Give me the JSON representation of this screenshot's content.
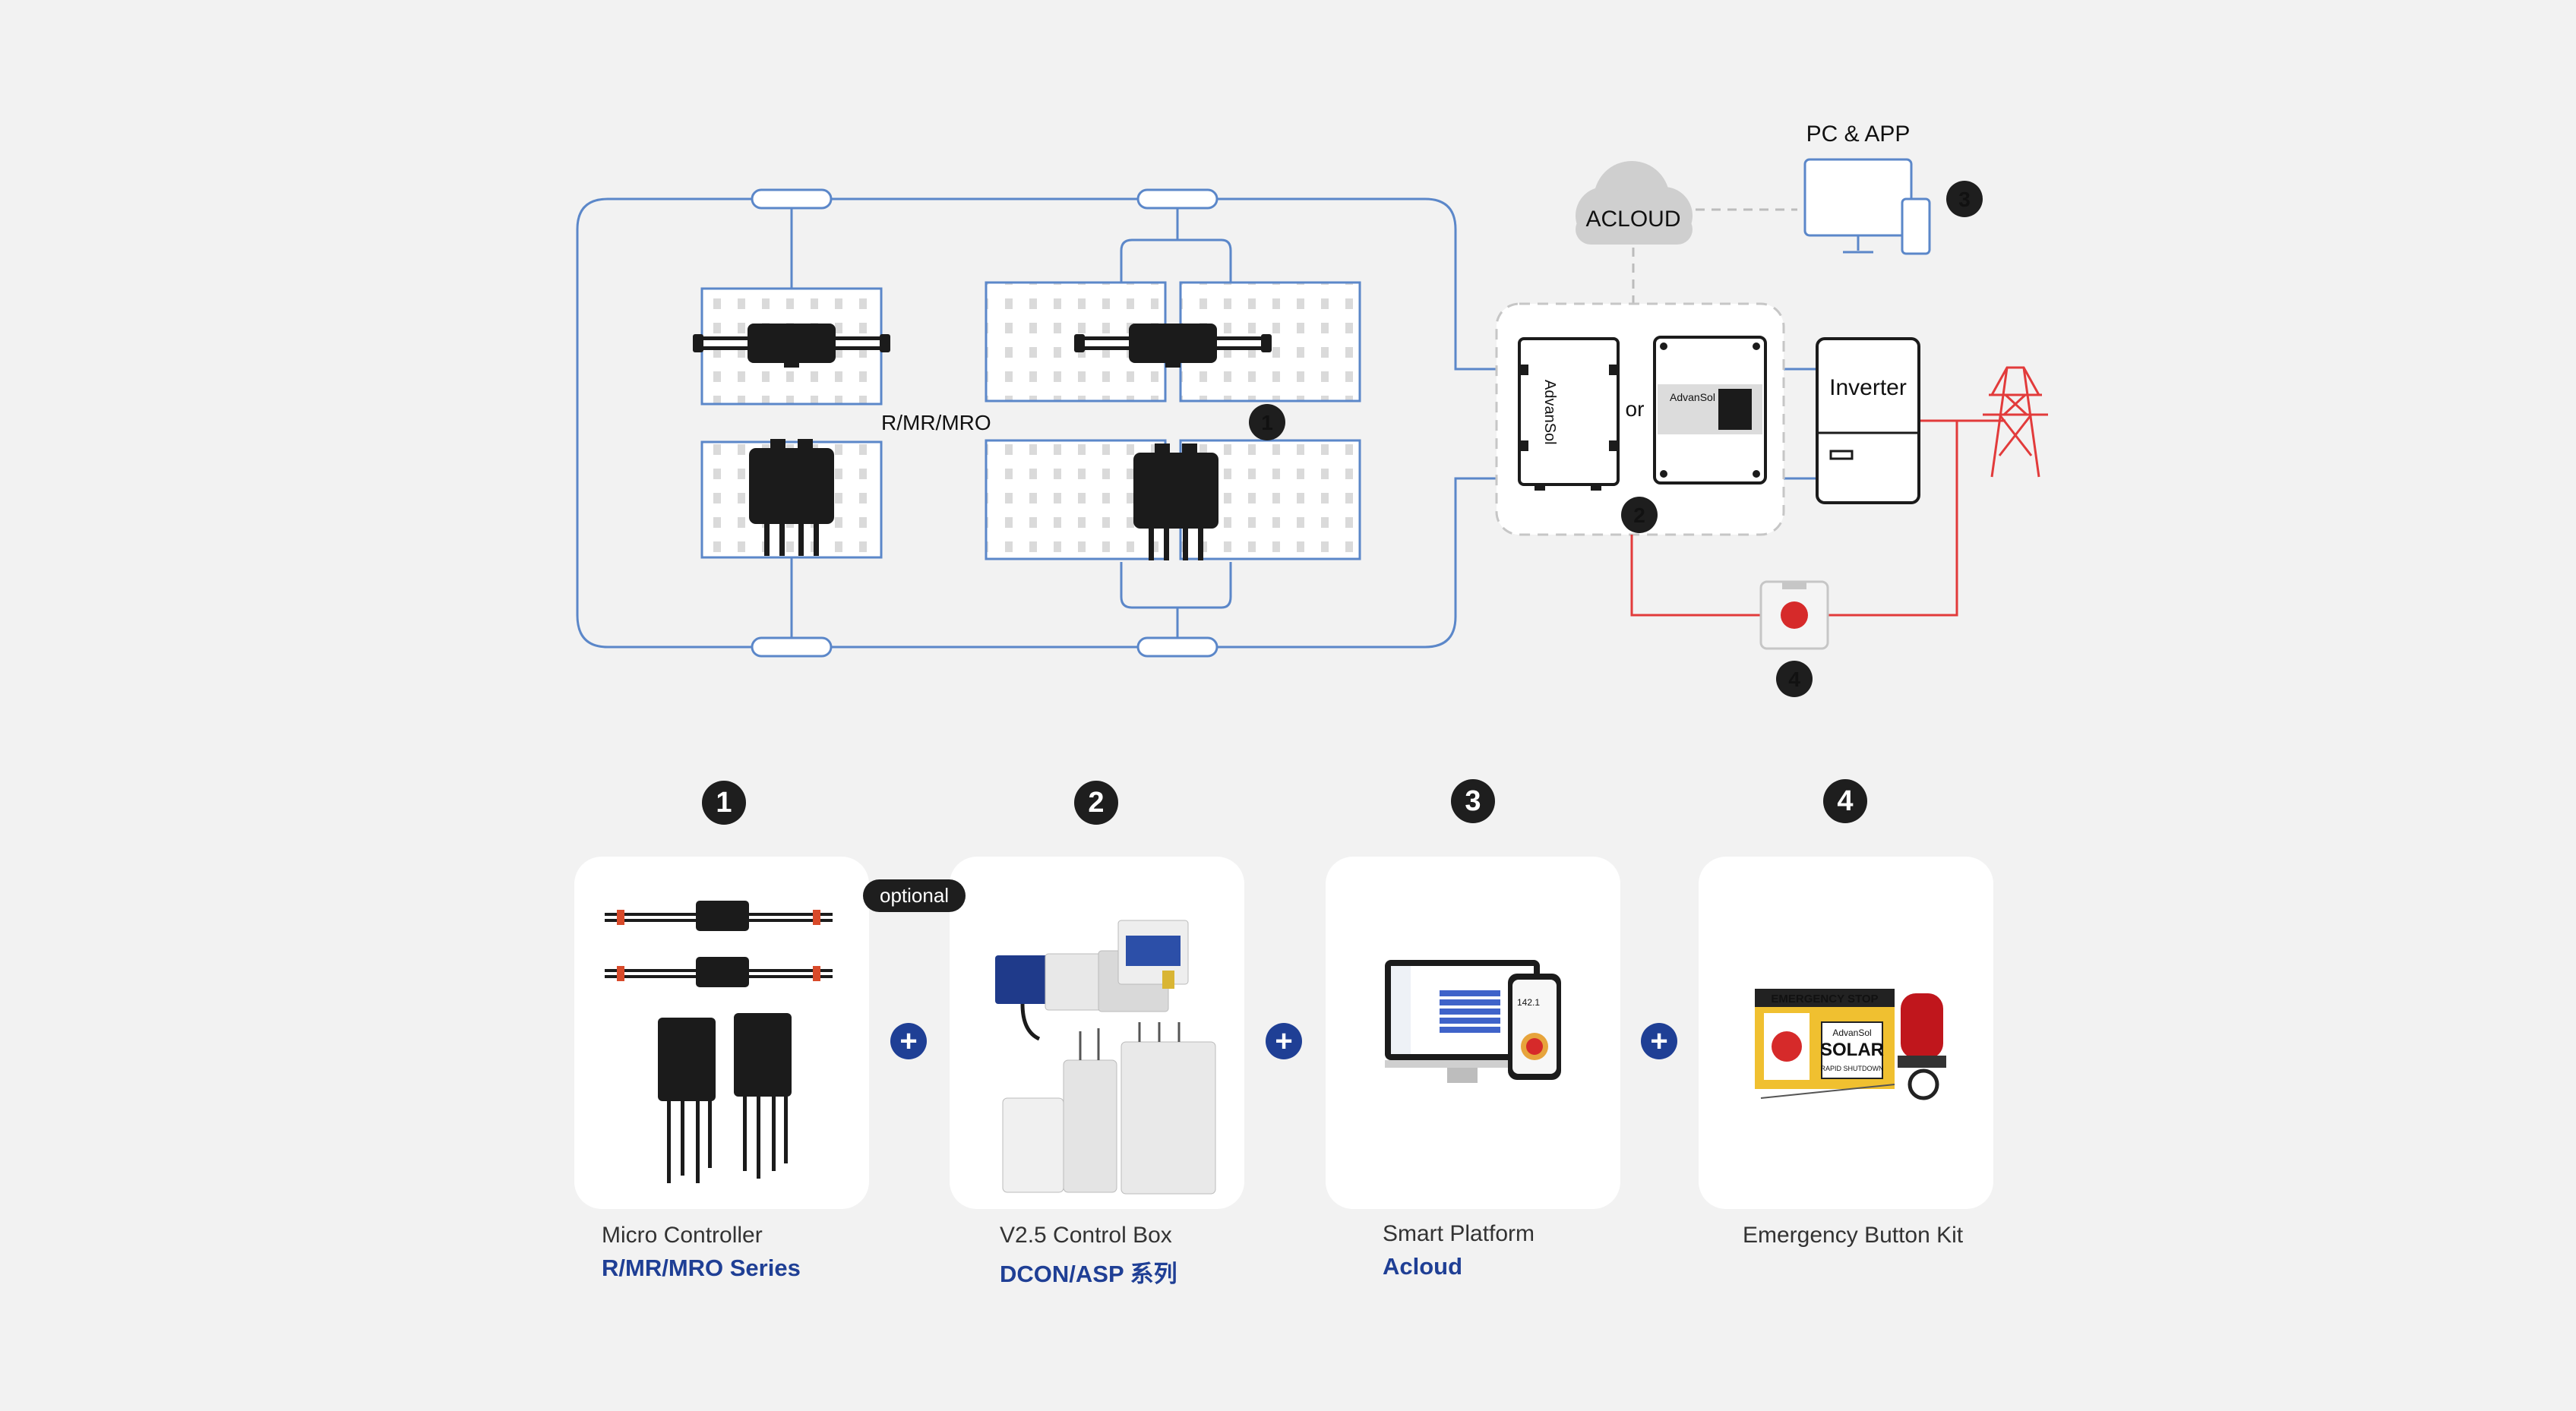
{
  "diagram": {
    "controller_label": "R/MR/MRO",
    "pc_app_label": "PC & APP",
    "cloud_label": "ACLOUD",
    "or_label": "or",
    "inverter_label": "Inverter",
    "markers": [
      "1",
      "2",
      "3",
      "4"
    ]
  },
  "components": [
    {
      "number": "1",
      "title": "Micro Controller",
      "subtitle": "R/MR/MRO Series"
    },
    {
      "number": "2",
      "title": "V2.5 Control Box",
      "subtitle": "DCON/ASP 系列"
    },
    {
      "number": "3",
      "title": "Smart Platform",
      "subtitle": "Acloud"
    },
    {
      "number": "4",
      "title": "Emergency Button Kit",
      "subtitle": ""
    }
  ],
  "optional_badge": "optional",
  "plus_symbol": "+",
  "product_text": {
    "emergency_sign": "EMERGENCY STOP",
    "brand": "AdvanSol",
    "solar": "SOLAR",
    "sign_small": "RAPID SHUTDOWN",
    "phone_reading": "142.1"
  },
  "colors": {
    "wire_blue": "#5b87c9",
    "wire_red": "#e23b3b",
    "accent_blue": "#1f3f95",
    "dark": "#1e1e1e"
  }
}
